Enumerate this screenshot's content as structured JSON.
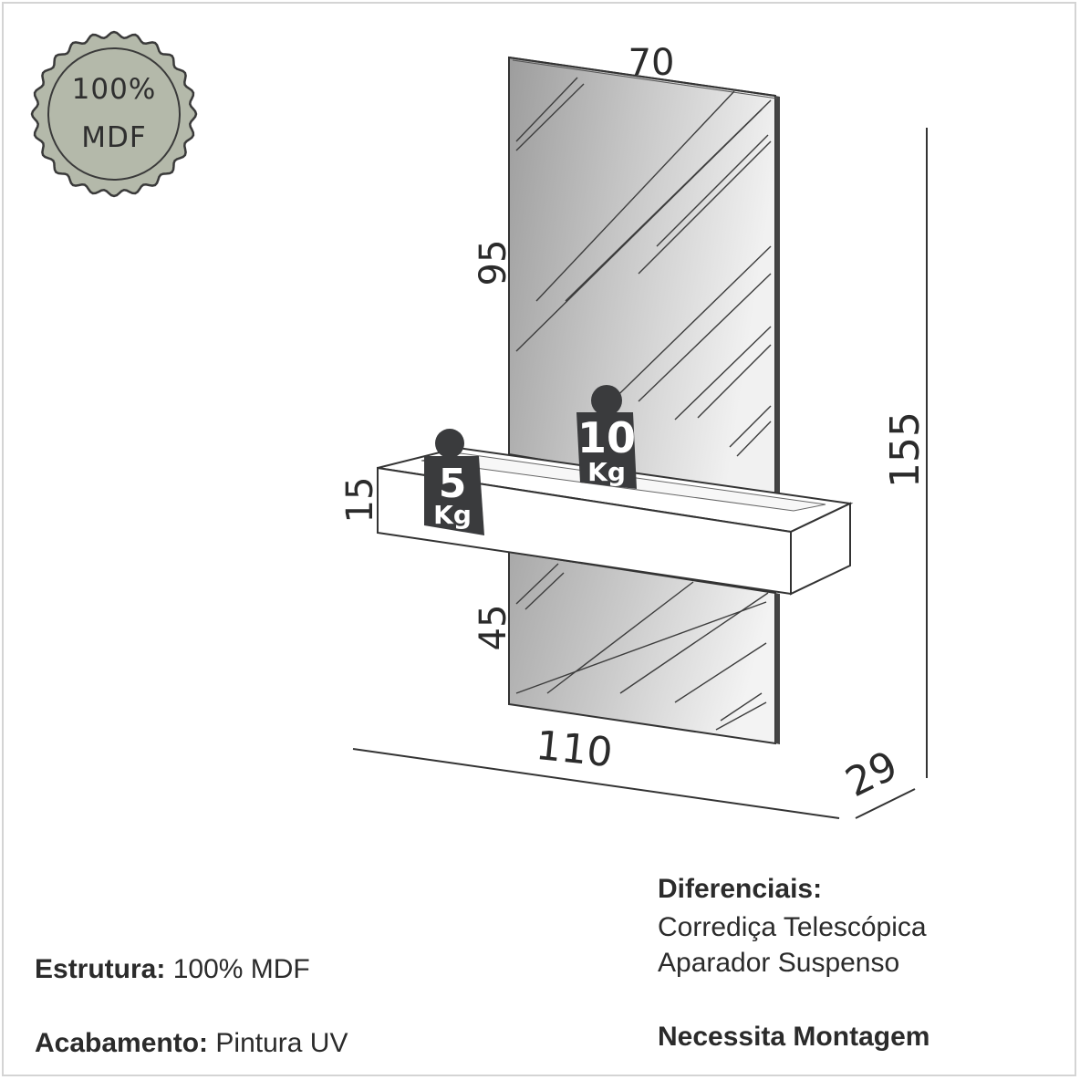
{
  "seal": {
    "line1": "100%",
    "line2": "MDF"
  },
  "dimensions": {
    "mirror_width": "70",
    "mirror_upper_height": "95",
    "shelf_height": "15",
    "mirror_lower_height": "45",
    "total_width": "110",
    "depth": "29",
    "total_height": "155"
  },
  "weights": {
    "shelf_tag": {
      "value": "5",
      "unit": "Kg"
    },
    "mirror_tag": {
      "value": "10",
      "unit": "Kg"
    }
  },
  "specs": {
    "structure_label": "Estrutura:",
    "structure_value": "100% MDF",
    "finish_label": "Acabamento:",
    "finish_value": "Pintura UV",
    "features_title": "Diferenciais:",
    "features": [
      "Corrediça Telescópica",
      "Aparador Suspenso"
    ],
    "assembly": "Necessita Montagem"
  },
  "colors": {
    "seal_fill": "#b4b9aa",
    "tag_fill": "#3a3b3d"
  }
}
